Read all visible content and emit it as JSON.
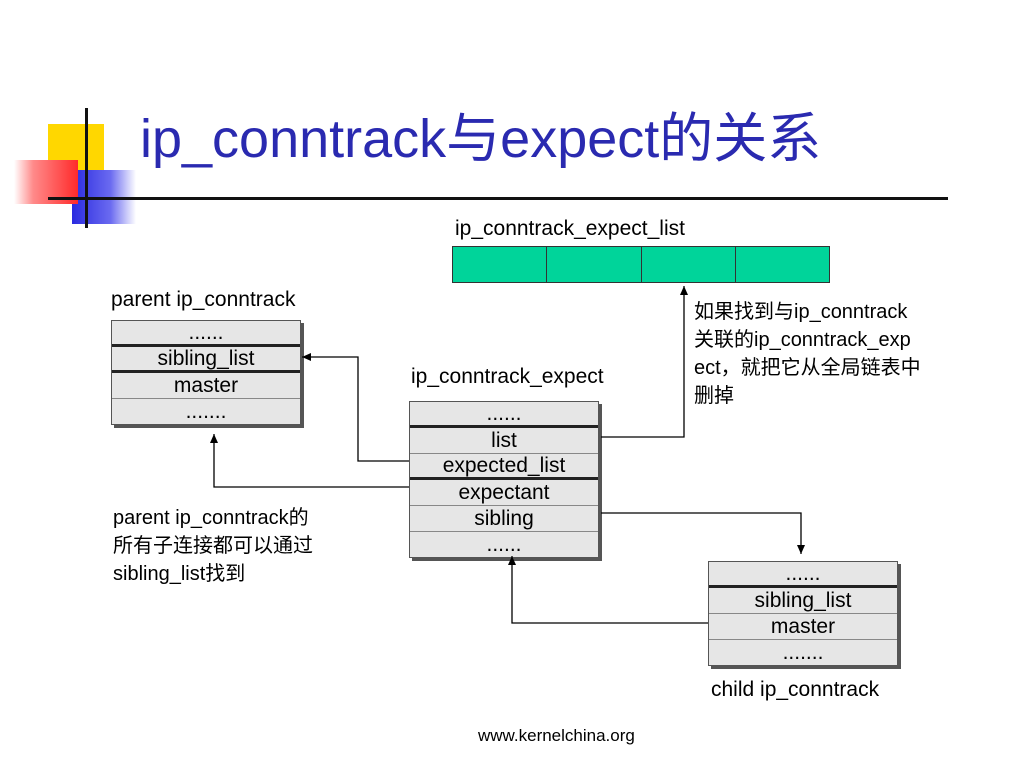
{
  "slide": {
    "title": "ip_conntrack与expect的关系",
    "footer": "www.kernelchina.org"
  },
  "expect_list": {
    "label": "ip_conntrack_expect_list",
    "cell_count": 4
  },
  "parent": {
    "label": "parent ip_conntrack",
    "fields": [
      "......",
      "sibling_list",
      "master",
      "......."
    ]
  },
  "expect": {
    "label": "ip_conntrack_expect",
    "fields": [
      "......",
      "list",
      "expected_list",
      "expectant",
      "sibling",
      "......"
    ]
  },
  "child": {
    "label": "child ip_conntrack",
    "fields": [
      "......",
      "sibling_list",
      "master",
      "......."
    ]
  },
  "notes": {
    "right": [
      "如果找到与ip_conntrack",
      "关联的ip_conntrack_exp",
      "ect，就把它从全局链表中",
      "删掉"
    ],
    "left": [
      "parent ip_conntrack的",
      "所有子连接都可以通过",
      "sibling_list找到"
    ]
  },
  "colors": {
    "title": "#2a2ab0",
    "list_fill": "#00d49a",
    "record_fill": "#e6e6e6",
    "deco_yellow": "#ffd700",
    "deco_red": "#ff4040",
    "deco_blue": "#3030e0"
  }
}
